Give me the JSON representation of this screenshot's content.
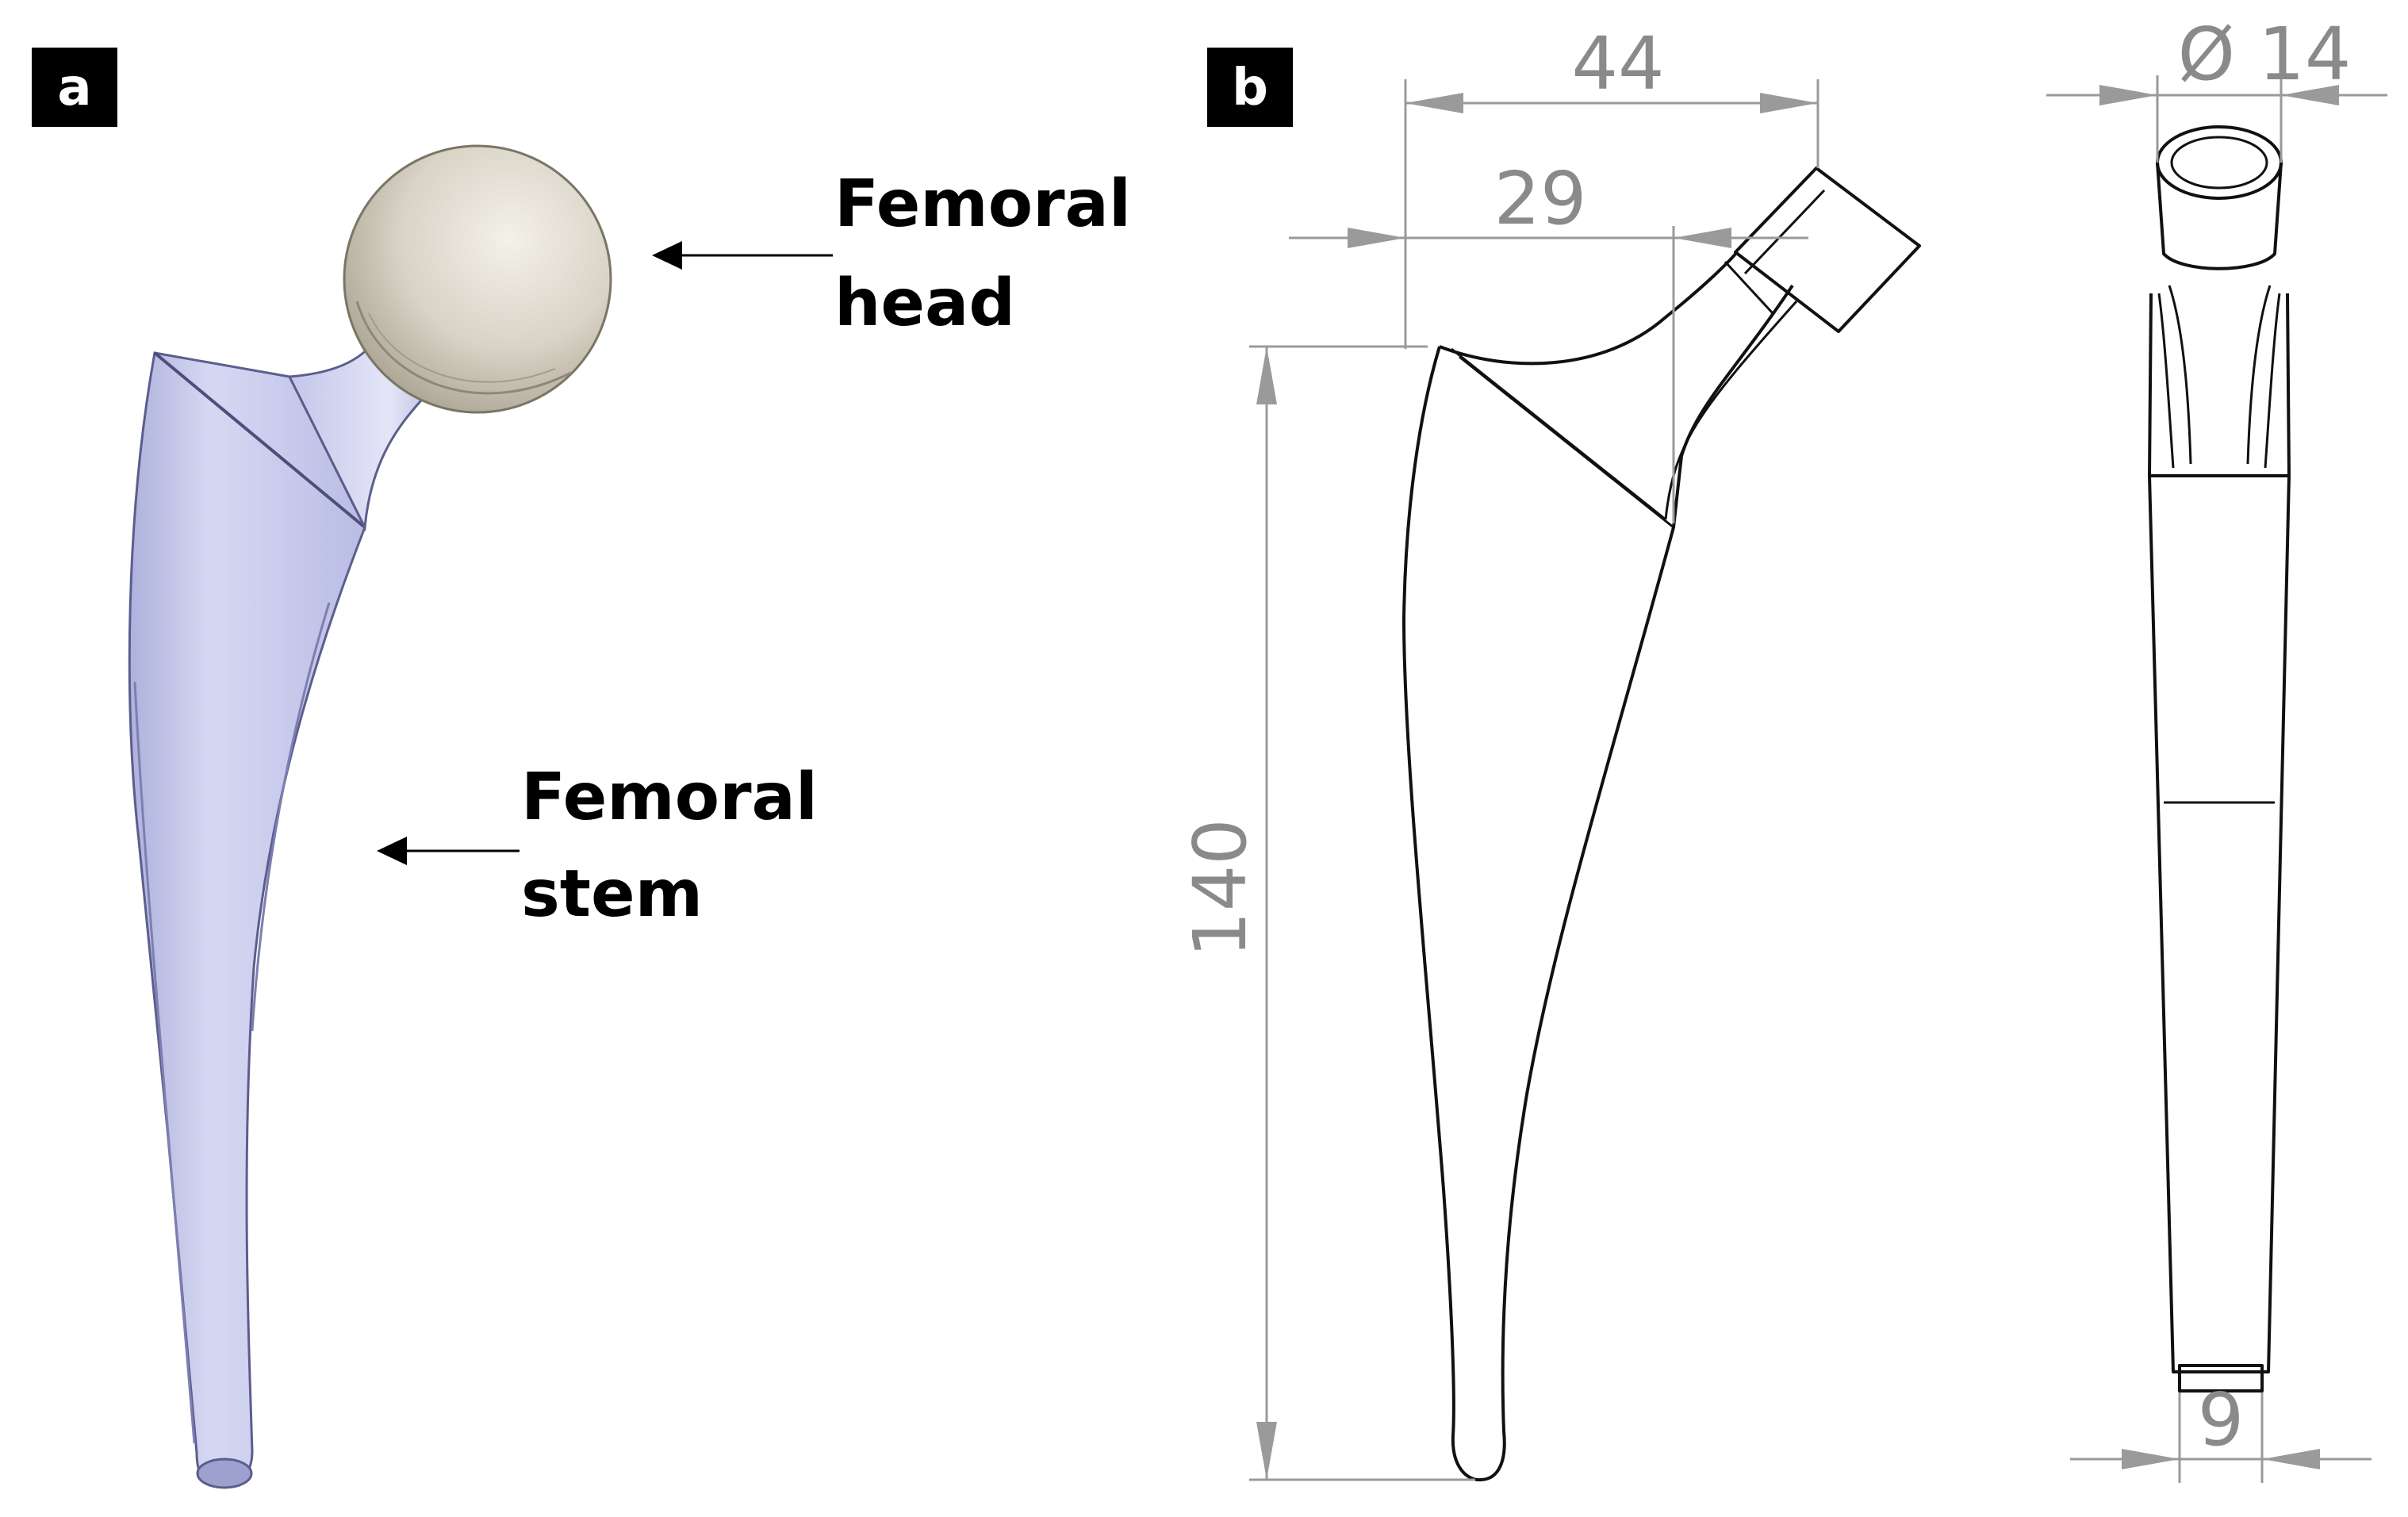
{
  "panels": {
    "a": {
      "label": "a",
      "callouts": {
        "head": {
          "line1": "Femoral",
          "line2": "head"
        },
        "stem": {
          "line1": "Femoral",
          "line2": "stem"
        }
      }
    },
    "b": {
      "label": "b",
      "dimensions": {
        "overall_width": "44",
        "neck_offset": "29",
        "stem_length": "140",
        "taper_diameter": "Ø 14",
        "tip_width": "9"
      }
    }
  },
  "colors": {
    "stem_fill": "#c9cbec",
    "stem_shadow": "#9ea1cf",
    "head_fill": "#d8d3c6",
    "head_shadow": "#b5ae9e"
  }
}
